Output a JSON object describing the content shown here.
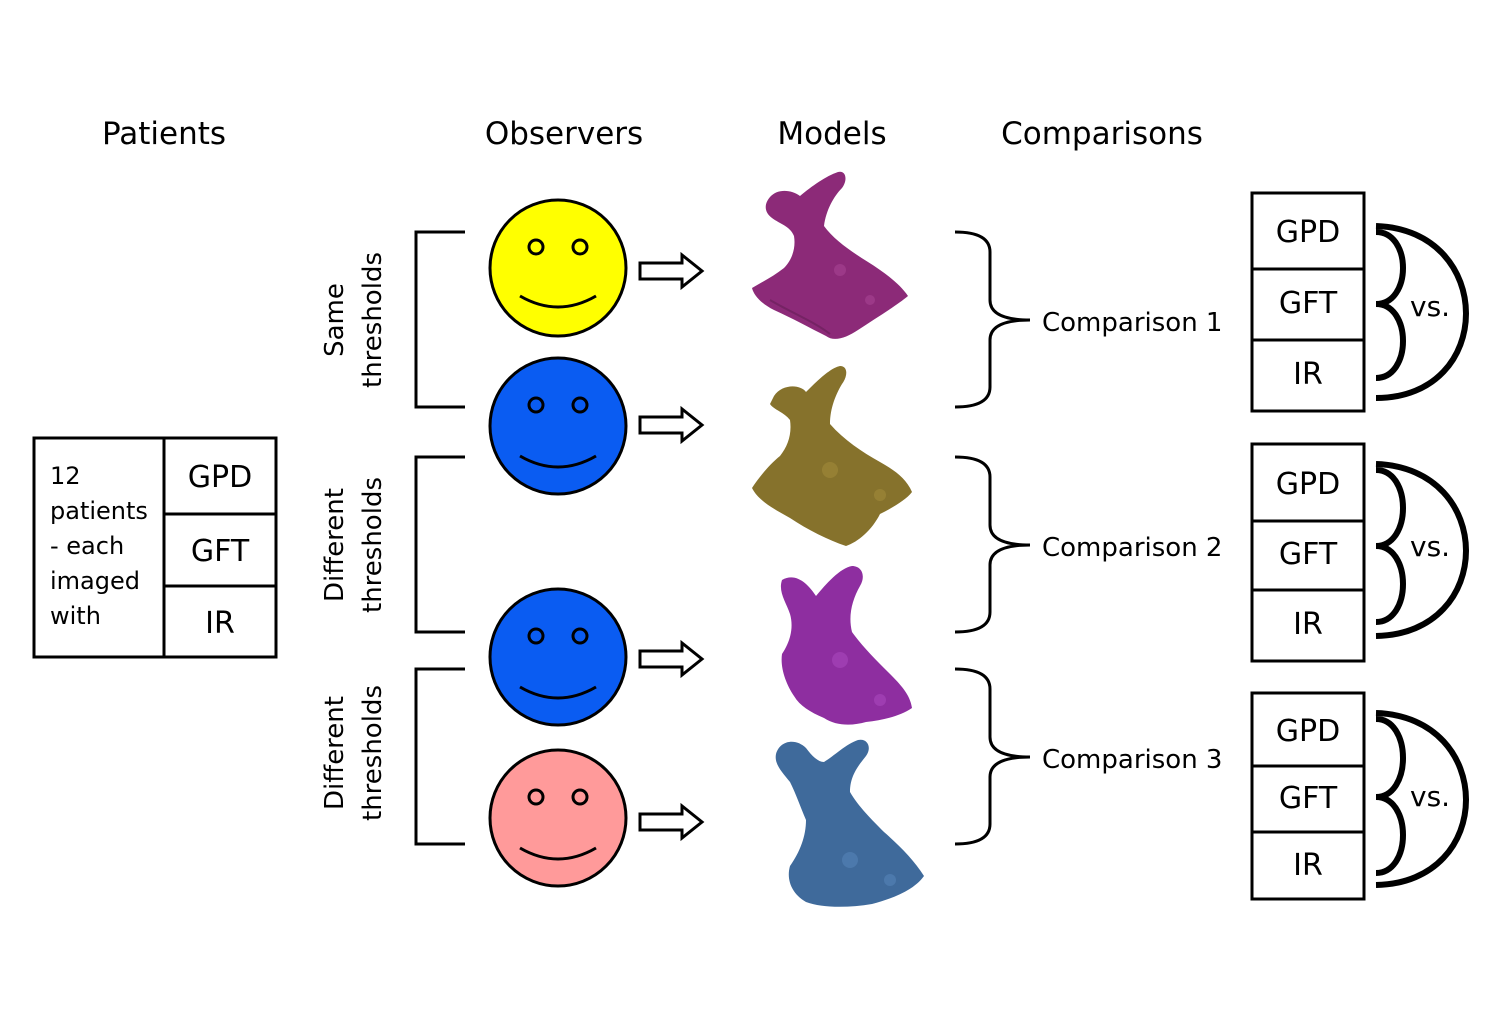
{
  "headers": {
    "patients": "Patients",
    "observers": "Observers",
    "models": "Models",
    "comparisons": "Comparisons"
  },
  "patient_box": {
    "desc_lines": [
      "12",
      "patients",
      "- each",
      "imaged",
      "with"
    ],
    "methods": [
      "GPD",
      "GFT",
      "IR"
    ]
  },
  "groups": [
    {
      "label_lines": [
        "Same",
        "thresholds"
      ],
      "comparison": "Comparison 1"
    },
    {
      "label_lines": [
        "Different",
        "thresholds"
      ],
      "comparison": "Comparison 2"
    },
    {
      "label_lines": [
        "Different",
        "thresholds"
      ],
      "comparison": "Comparison 3"
    }
  ],
  "observers": [
    {
      "face_color": "#ffff00",
      "model_color": "#8c2a78"
    },
    {
      "face_color": "#0a5cf2",
      "model_color": "#86722c"
    },
    {
      "face_color": "#0a5cf2",
      "model_color": "#8e2ea0"
    },
    {
      "face_color": "#ff9a9a",
      "model_color": "#3f6a9b"
    }
  ],
  "comparison_tables": [
    {
      "methods": [
        "GPD",
        "GFT",
        "IR"
      ],
      "vs": "vs."
    },
    {
      "methods": [
        "GPD",
        "GFT",
        "IR"
      ],
      "vs": "vs."
    },
    {
      "methods": [
        "GPD",
        "GFT",
        "IR"
      ],
      "vs": "vs."
    }
  ],
  "icons": {
    "observer": "smiley-face-icon",
    "arrow": "outline-right-arrow-icon",
    "model": "3d-vessel-model-icon"
  }
}
